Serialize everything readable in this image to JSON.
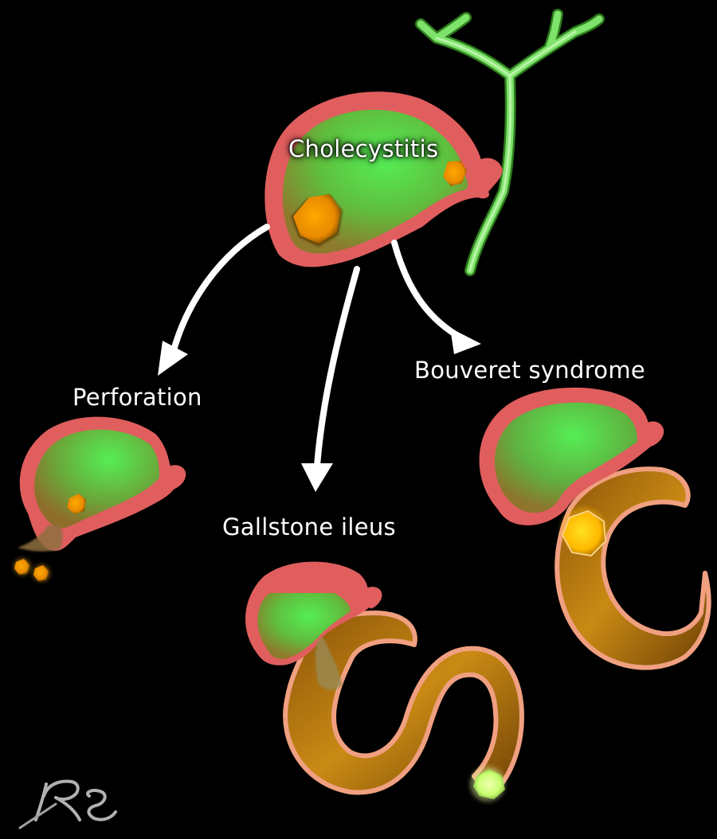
{
  "labels": {
    "cholecystitis": "Cholecystitis",
    "perforation": "Perforation",
    "bouveret": "Bouveret syndrome",
    "gallstone_ileus": "Gallstone ileus"
  },
  "colors": {
    "background": "#000000",
    "gallbladder_wall": "#e06464",
    "bile": "#55e855",
    "gallstone": "#f2a000",
    "bowel": "#b8720c",
    "bowel_edge": "#f0a080",
    "bile_duct": "#7ee36a",
    "arrow": "#ffffff"
  },
  "icons": {
    "signature": "rs-signature-logo"
  }
}
